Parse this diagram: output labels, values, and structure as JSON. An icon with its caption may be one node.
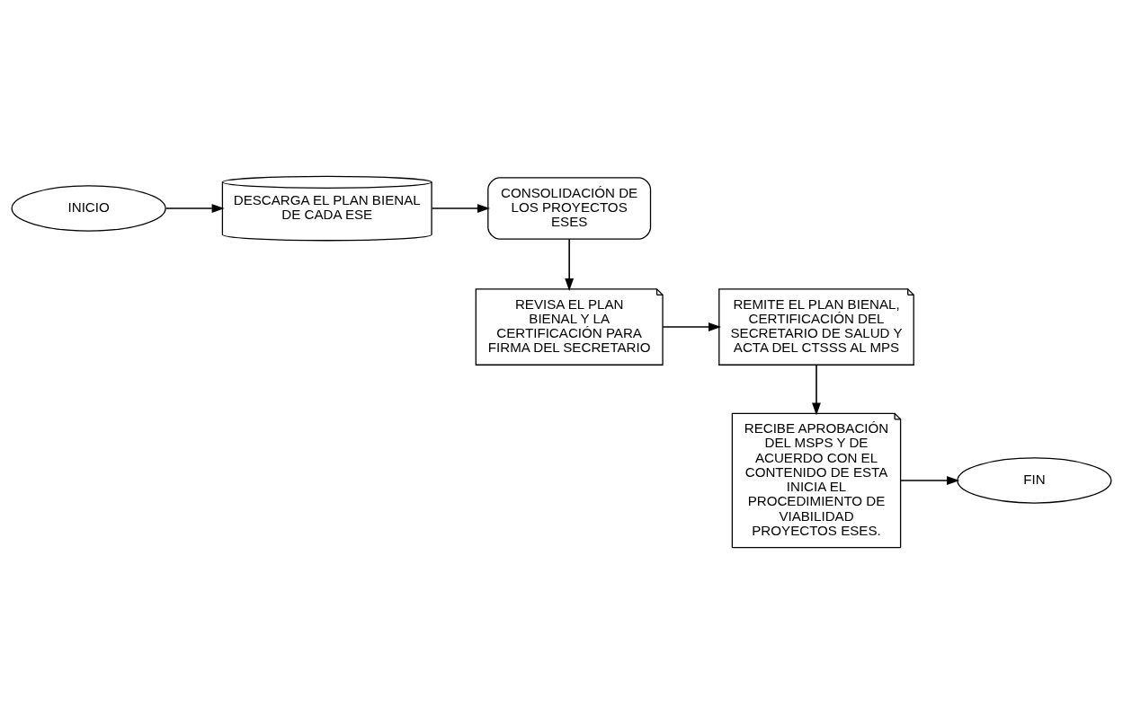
{
  "diagram": {
    "nodes": [
      {
        "text": [
          "INICIO"
        ]
      },
      {
        "text": [
          "DESCARGA EL PLAN BIENAL DE CADA ESE"
        ]
      },
      {
        "text": [
          "CONSOLIDACIÓN DE LOS PROYECTOS ESES"
        ]
      },
      {
        "text": [
          "REVISA EL PLAN BIENAL Y LA CERTIFICACIÓN PARA FIRMA DEL SECRETARIO"
        ]
      },
      {
        "text": [
          "REMITE EL PLAN BIENAL, CERTIFICACIÓN DEL SECRETARIO DE SALUD Y ACTA DEL CTSSS AL MPS"
        ]
      },
      {
        "text": [
          "RECIBE APROBACIÓN DEL MSPS Y DE ACUERDO CON EL CONTENIDO DE ESTA INICIA EL PROCEDIMIENTO DE VIABILIDAD PROYECTOS ESES."
        ]
      },
      {
        "text": [
          "FIN"
        ]
      }
    ],
    "edges": [
      {
        "from": 0,
        "to": 1,
        "arrow": "to"
      },
      {
        "from": 1,
        "to": 2,
        "arrow": "to"
      },
      {
        "from": 2,
        "to": 3,
        "arrow": "to"
      },
      {
        "from": 3,
        "to": 4,
        "arrow": "to"
      },
      {
        "from": 4,
        "to": 5,
        "arrow": "to"
      },
      {
        "from": 5,
        "to": 6,
        "arrow": "to"
      }
    ]
  }
}
